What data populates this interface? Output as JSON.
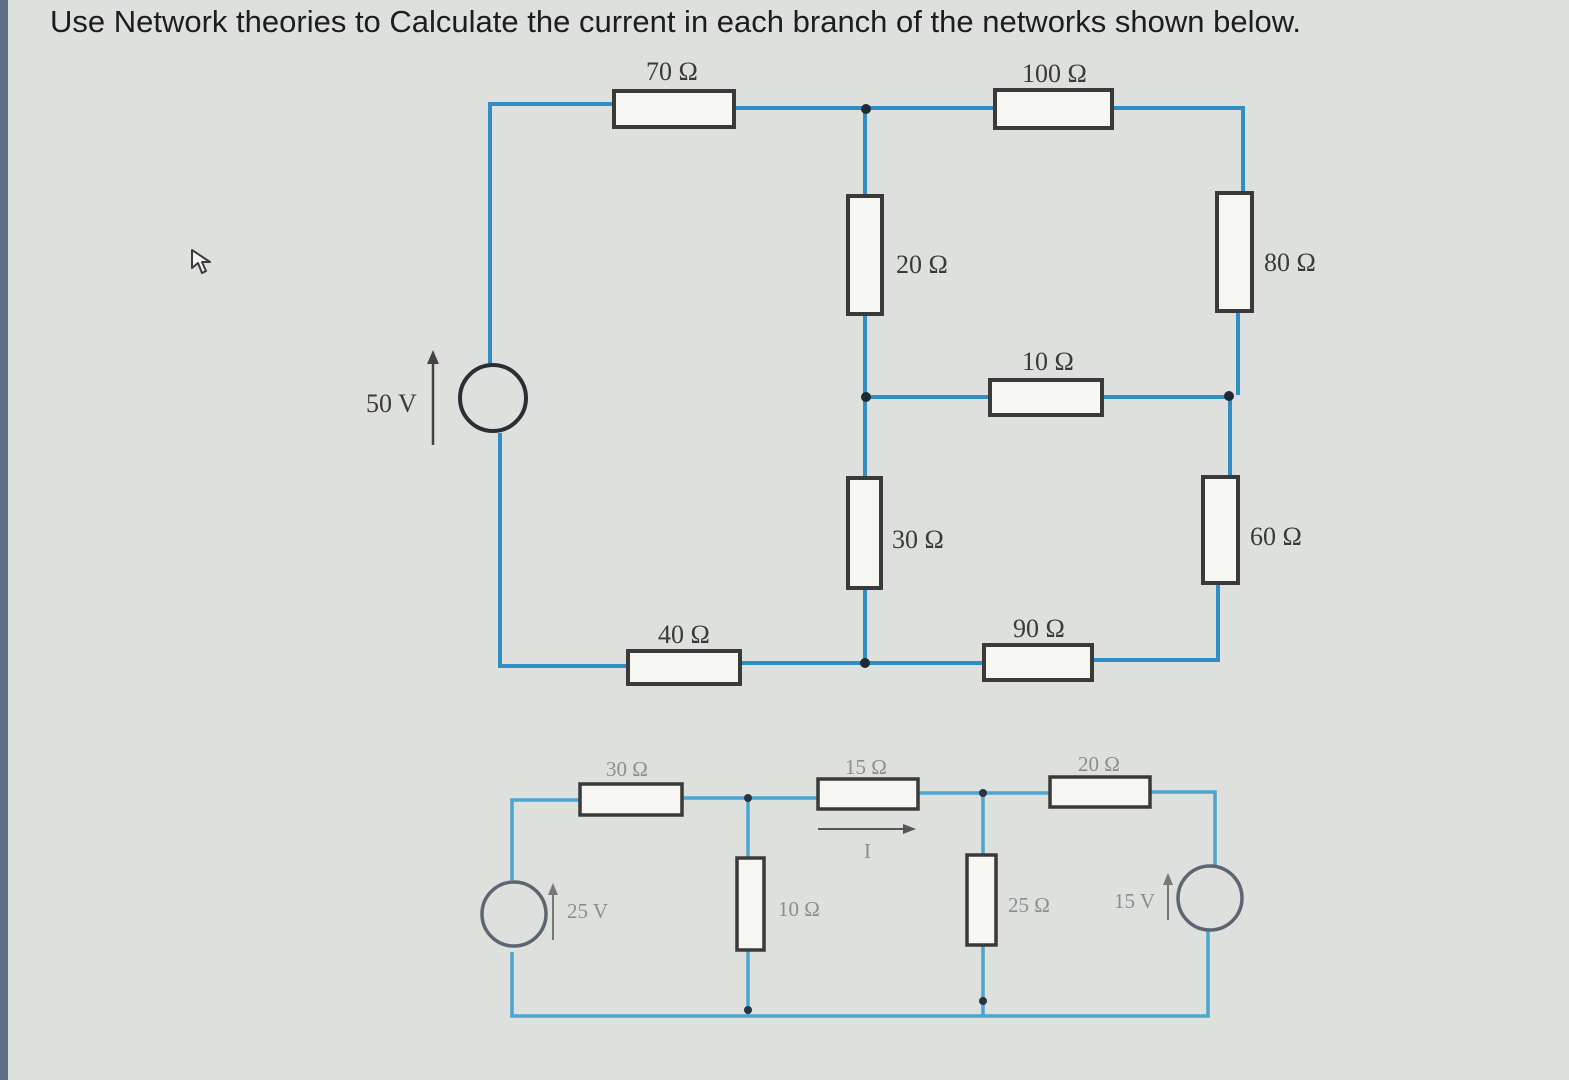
{
  "title": "Use Network theories to Calculate the current in each branch of the networks shown below.",
  "colors": {
    "wire": "#2f8fc4",
    "wire_light": "#4aa5cf",
    "resistor": "#3a3a3a"
  },
  "network1": {
    "source_label": "50 V",
    "resistors": {
      "r70": "70 Ω",
      "r100": "100 Ω",
      "r20": "20 Ω",
      "r80": "80 Ω",
      "r10": "10 Ω",
      "r30": "30 Ω",
      "r60": "60 Ω",
      "r40": "40 Ω",
      "r90": "90 Ω"
    }
  },
  "network2": {
    "source_left_label": "25 V",
    "source_right_label": "15 V",
    "current_label": "I",
    "resistors": {
      "r30": "30 Ω",
      "r15": "15 Ω",
      "r20": "20 Ω",
      "r10": "10 Ω",
      "r25": "25 Ω"
    }
  }
}
